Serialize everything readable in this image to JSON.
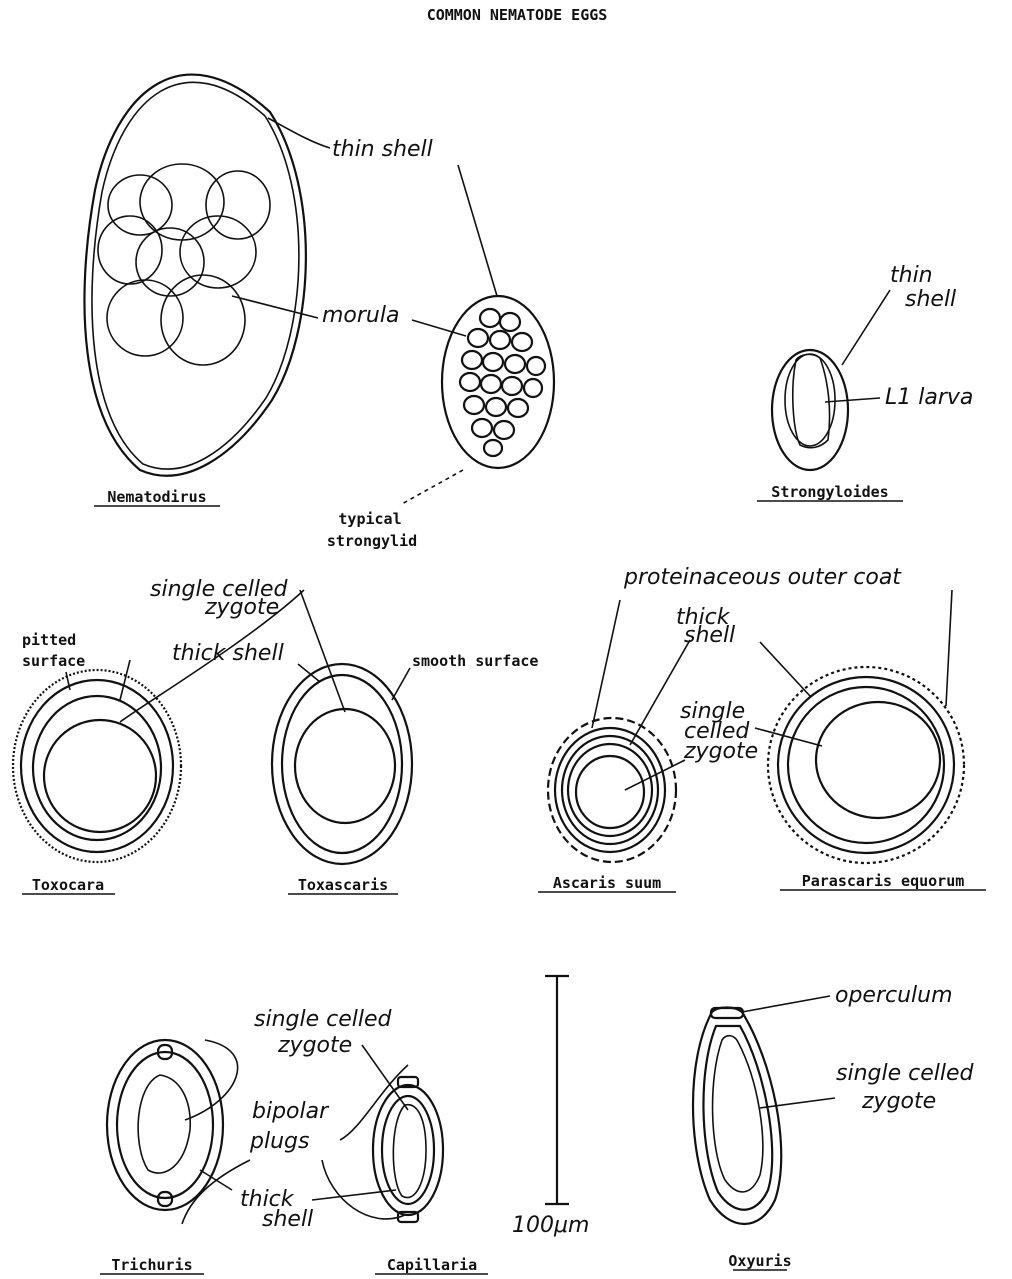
{
  "title": "COMMON NEMATODE EGGS",
  "eggs": {
    "nematodirus": "Nematodirus",
    "strongylid_line1": "typical",
    "strongylid_line2": "strongylid",
    "strongyloides": "Strongyloides",
    "toxocara": "Toxocara",
    "toxascaris": "Toxascaris",
    "ascaris": "Ascaris suum",
    "parascaris": "Parascaris equorum",
    "trichuris": "Trichuris",
    "capillaria": "Capillaria",
    "oxyuris": "Oxyuris"
  },
  "labels": {
    "thin_shell": "thin shell",
    "morula": "morula",
    "strongyloides_thin": "thin",
    "strongyloides_shell": "shell",
    "l1_larva": "L1 larva",
    "single_celled_1": "single celled",
    "zygote_1": "zygote",
    "pitted_1": "pitted",
    "pitted_2": "surface",
    "thick_shell": "thick shell",
    "smooth_surface": "smooth surface",
    "proteinaceous": "proteinaceous outer coat",
    "thick_1": "thick",
    "thick_2": "shell",
    "single_1": "single",
    "celled_1": "celled",
    "zygote_2": "zygote",
    "single_celled_3": "single celled",
    "zygote_3": "zygote",
    "bipolar": "bipolar",
    "plugs": "plugs",
    "thick_3": "thick",
    "shell_3": "shell",
    "scale": "100μm",
    "operculum": "operculum",
    "single_celled_4": "single celled",
    "zygote_4": "zygote"
  }
}
